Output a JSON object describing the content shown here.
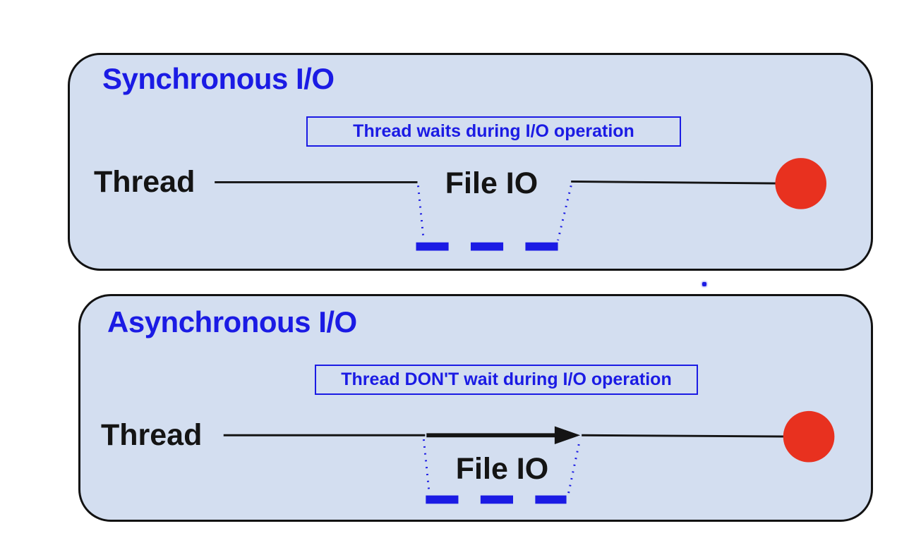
{
  "diagram": {
    "panels": [
      {
        "id": "sync",
        "title": "Synchronous I/O",
        "annotation": "Thread waits during I/O operation",
        "thread_label": "Thread",
        "io_label": "File IO"
      },
      {
        "id": "async",
        "title": "Asynchronous I/O",
        "annotation": "Thread DON'T wait during I/O operation",
        "thread_label": "Thread",
        "io_label": "File IO"
      }
    ],
    "colors": {
      "panel_fill": "#d3def0",
      "panel_border": "#121212",
      "accent_blue": "#1b1be4",
      "line_black": "#141414",
      "endpoint_red": "#e8311f"
    }
  }
}
